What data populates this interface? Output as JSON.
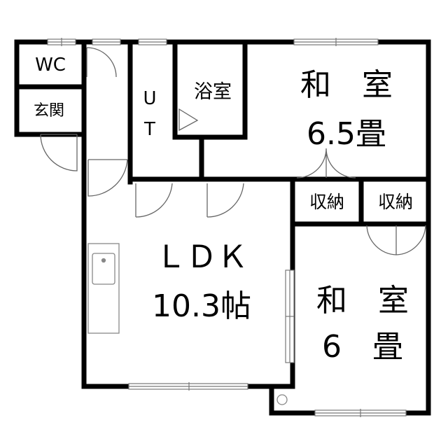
{
  "rooms": {
    "wc": "WC",
    "entrance": "玄関",
    "utility_1": "U",
    "utility_2": "T",
    "bath": "浴室",
    "washitsu_a_name": "和　室",
    "washitsu_a_size": "6.5畳",
    "storage_a": "収納",
    "storage_b": "収納",
    "ldk_name": "ＬＤＫ",
    "ldk_size": "10.3帖",
    "washitsu_b_name": "和　室",
    "washitsu_b_size": "6　畳"
  },
  "colors": {
    "wall": "#000000",
    "fixture": "#888888",
    "background": "#ffffff"
  }
}
